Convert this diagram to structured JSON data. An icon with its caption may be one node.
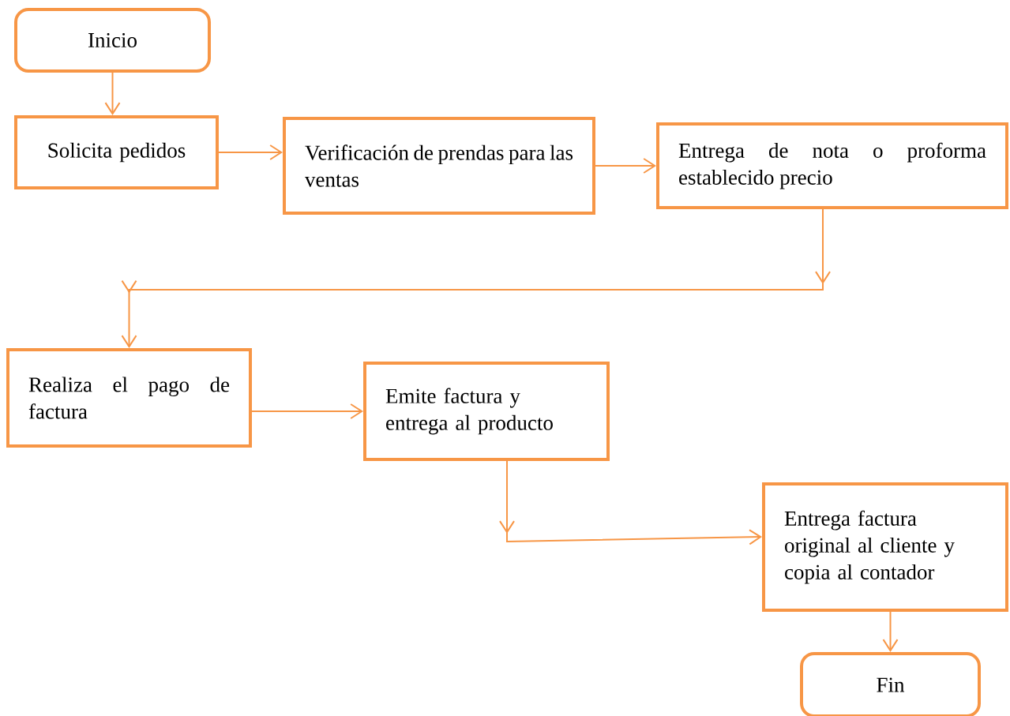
{
  "diagram": {
    "nodes": [
      {
        "text": [
          "Inicio"
        ]
      },
      {
        "text": [
          "Solicita pedidos"
        ]
      },
      {
        "text": [
          "Verificación de prendas para las ventas"
        ]
      },
      {
        "text": [
          "Entrega de nota o proforma establecido precio"
        ]
      },
      {
        "text": [
          "Realiza el pago de factura"
        ]
      },
      {
        "text": [
          "Emite factura y entrega al producto"
        ]
      },
      {
        "text": [
          "Entrega factura original al cliente y copia al contador"
        ]
      },
      {
        "text": [
          "Fin"
        ]
      }
    ],
    "edges": [
      {
        "from": 0,
        "to": 1,
        "arrow": "to"
      },
      {
        "from": 1,
        "to": 2,
        "arrow": "to"
      },
      {
        "from": 2,
        "to": 3,
        "arrow": "to"
      },
      {
        "from": 3,
        "to": 4,
        "arrow": "to"
      },
      {
        "from": 4,
        "to": 5,
        "arrow": "to"
      },
      {
        "from": 5,
        "to": 6,
        "arrow": "to"
      },
      {
        "from": 6,
        "to": 7,
        "arrow": "to"
      }
    ]
  }
}
